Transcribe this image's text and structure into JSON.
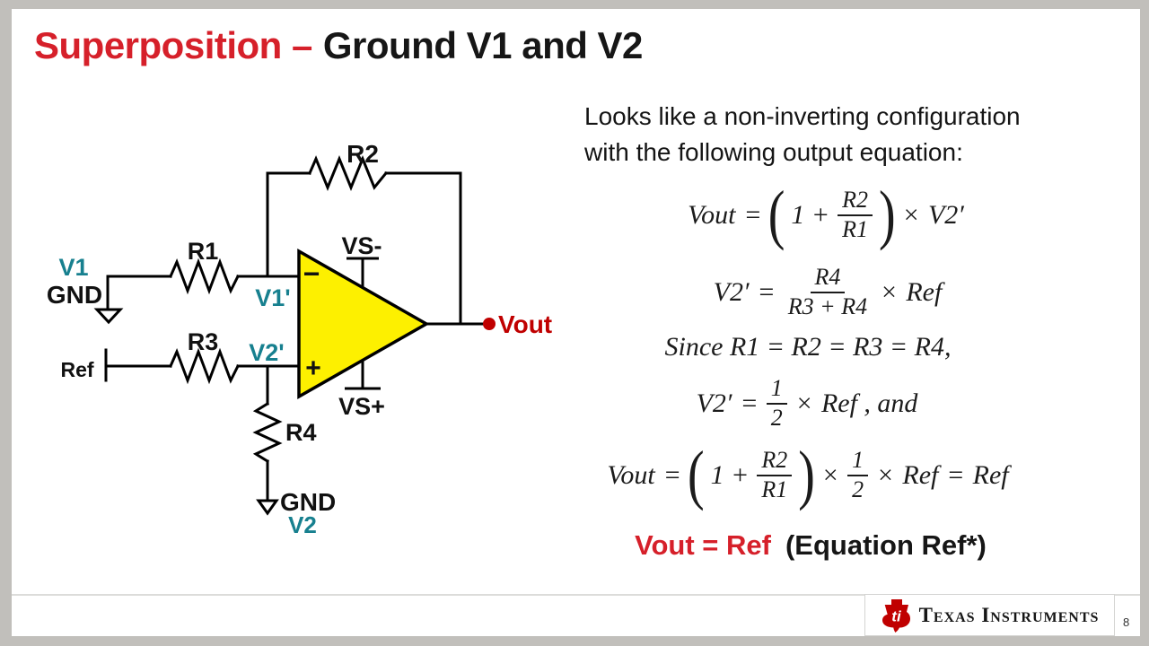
{
  "slide": {
    "title": {
      "highlight": "Superposition –",
      "rest": "Ground V1 and V2"
    },
    "intro": {
      "line1": "Looks like a non-inverting configuration",
      "line2": "with the following output equation:"
    },
    "symbols": {
      "paren_open": "(",
      "paren_close": ")"
    },
    "equations": {
      "eq1": {
        "lhs": "Vout",
        "rel": "=",
        "one_plus": "1 +",
        "num": "R2",
        "den": "R1",
        "times": "×",
        "rhs": "V2′"
      },
      "eq2": {
        "lhs": "V2′",
        "rel": "=",
        "num": "R4",
        "den": "R3 + R4",
        "times": "×",
        "rhs": "Ref"
      },
      "eq3": {
        "text": "Since R1 = R2 = R3 = R4,"
      },
      "eq4": {
        "lhs": "V2′",
        "rel": "=",
        "num": "1",
        "den": "2",
        "times": "×",
        "rhs": "Ref , and"
      },
      "eq5": {
        "lhs": "Vout",
        "rel": "=",
        "one_plus": "1 +",
        "num": "R2",
        "den": "R1",
        "times1": "×",
        "num2": "1",
        "den2": "2",
        "times2": "×",
        "mid": "Ref",
        "rel2": "=",
        "rhs": "Ref"
      }
    },
    "result": {
      "highlight": "Vout = Ref",
      "rest": "(Equation Ref*)"
    },
    "circuit": {
      "v1": "V1",
      "gnd_top": "GND",
      "r1": "R1",
      "r2": "R2",
      "r3": "R3",
      "r4": "R4",
      "v1_prime": "V1'",
      "v2_prime": "V2'",
      "ref": "Ref",
      "vs_minus": "VS-",
      "vs_plus": "VS+",
      "vout": "Vout",
      "gnd_bottom": "GND",
      "v2": "V2",
      "minus": "−",
      "plus": "+"
    },
    "footer": {
      "brand": "Texas Instruments",
      "ti_monogram": "ti",
      "page_number": "8"
    },
    "colors": {
      "accent_red": "#d6202a",
      "circuit_red": "#c00000",
      "label_teal": "#17808f",
      "opamp_yellow": "#fdf000",
      "frame_gray": "#c1bfbb"
    }
  }
}
